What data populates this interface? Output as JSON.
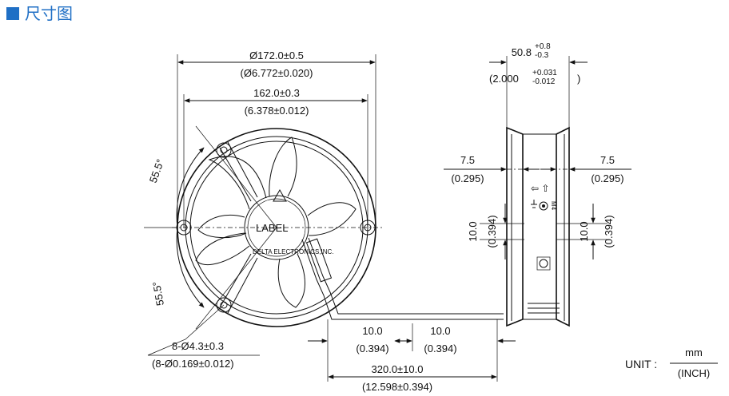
{
  "section_title": "尺寸图",
  "front_view": {
    "outer_diameter": "Ø172.0±0.5",
    "outer_diameter_in": "(Ø6.772±0.020)",
    "hole_spacing": "162.0±0.3",
    "hole_spacing_in": "(6.378±0.012)",
    "angle_upper": "55.5°",
    "angle_lower": "55.5°",
    "hole_spec": "8-Ø4.3±0.3",
    "hole_spec_in": "(8-Ø0.169±0.012)",
    "label_text": "LABEL",
    "brand_text": "DELTA ELECTRONICS,INC."
  },
  "side_view": {
    "depth_main": "50.8",
    "depth_tol_plus": "+0.8",
    "depth_tol_minus": "-0.3",
    "depth_in_prefix": "(2.000",
    "depth_in_tol_plus": "+0.031",
    "depth_in_tol_minus": "-0.012",
    "depth_in_suffix": ")",
    "left_offset": "7.5",
    "left_offset_in": "(0.295)",
    "right_offset": "7.5",
    "right_offset_in": "(0.295)",
    "left_vertical": "10.0",
    "left_vertical_in": "(0.394)",
    "right_vertical": "10.0",
    "right_vertical_in": "(0.394)",
    "arrow_symbols": "⇦ ⇧",
    "thread_label": "M4"
  },
  "lead_wire": {
    "strip_1": "10.0",
    "strip_1_in": "(0.394)",
    "strip_2": "10.0",
    "strip_2_in": "(0.394)",
    "length": "320.0±10.0",
    "length_in": "(12.598±0.394)"
  },
  "unit": {
    "prefix": "UNIT :",
    "numerator": "mm",
    "denominator": "(INCH)"
  }
}
